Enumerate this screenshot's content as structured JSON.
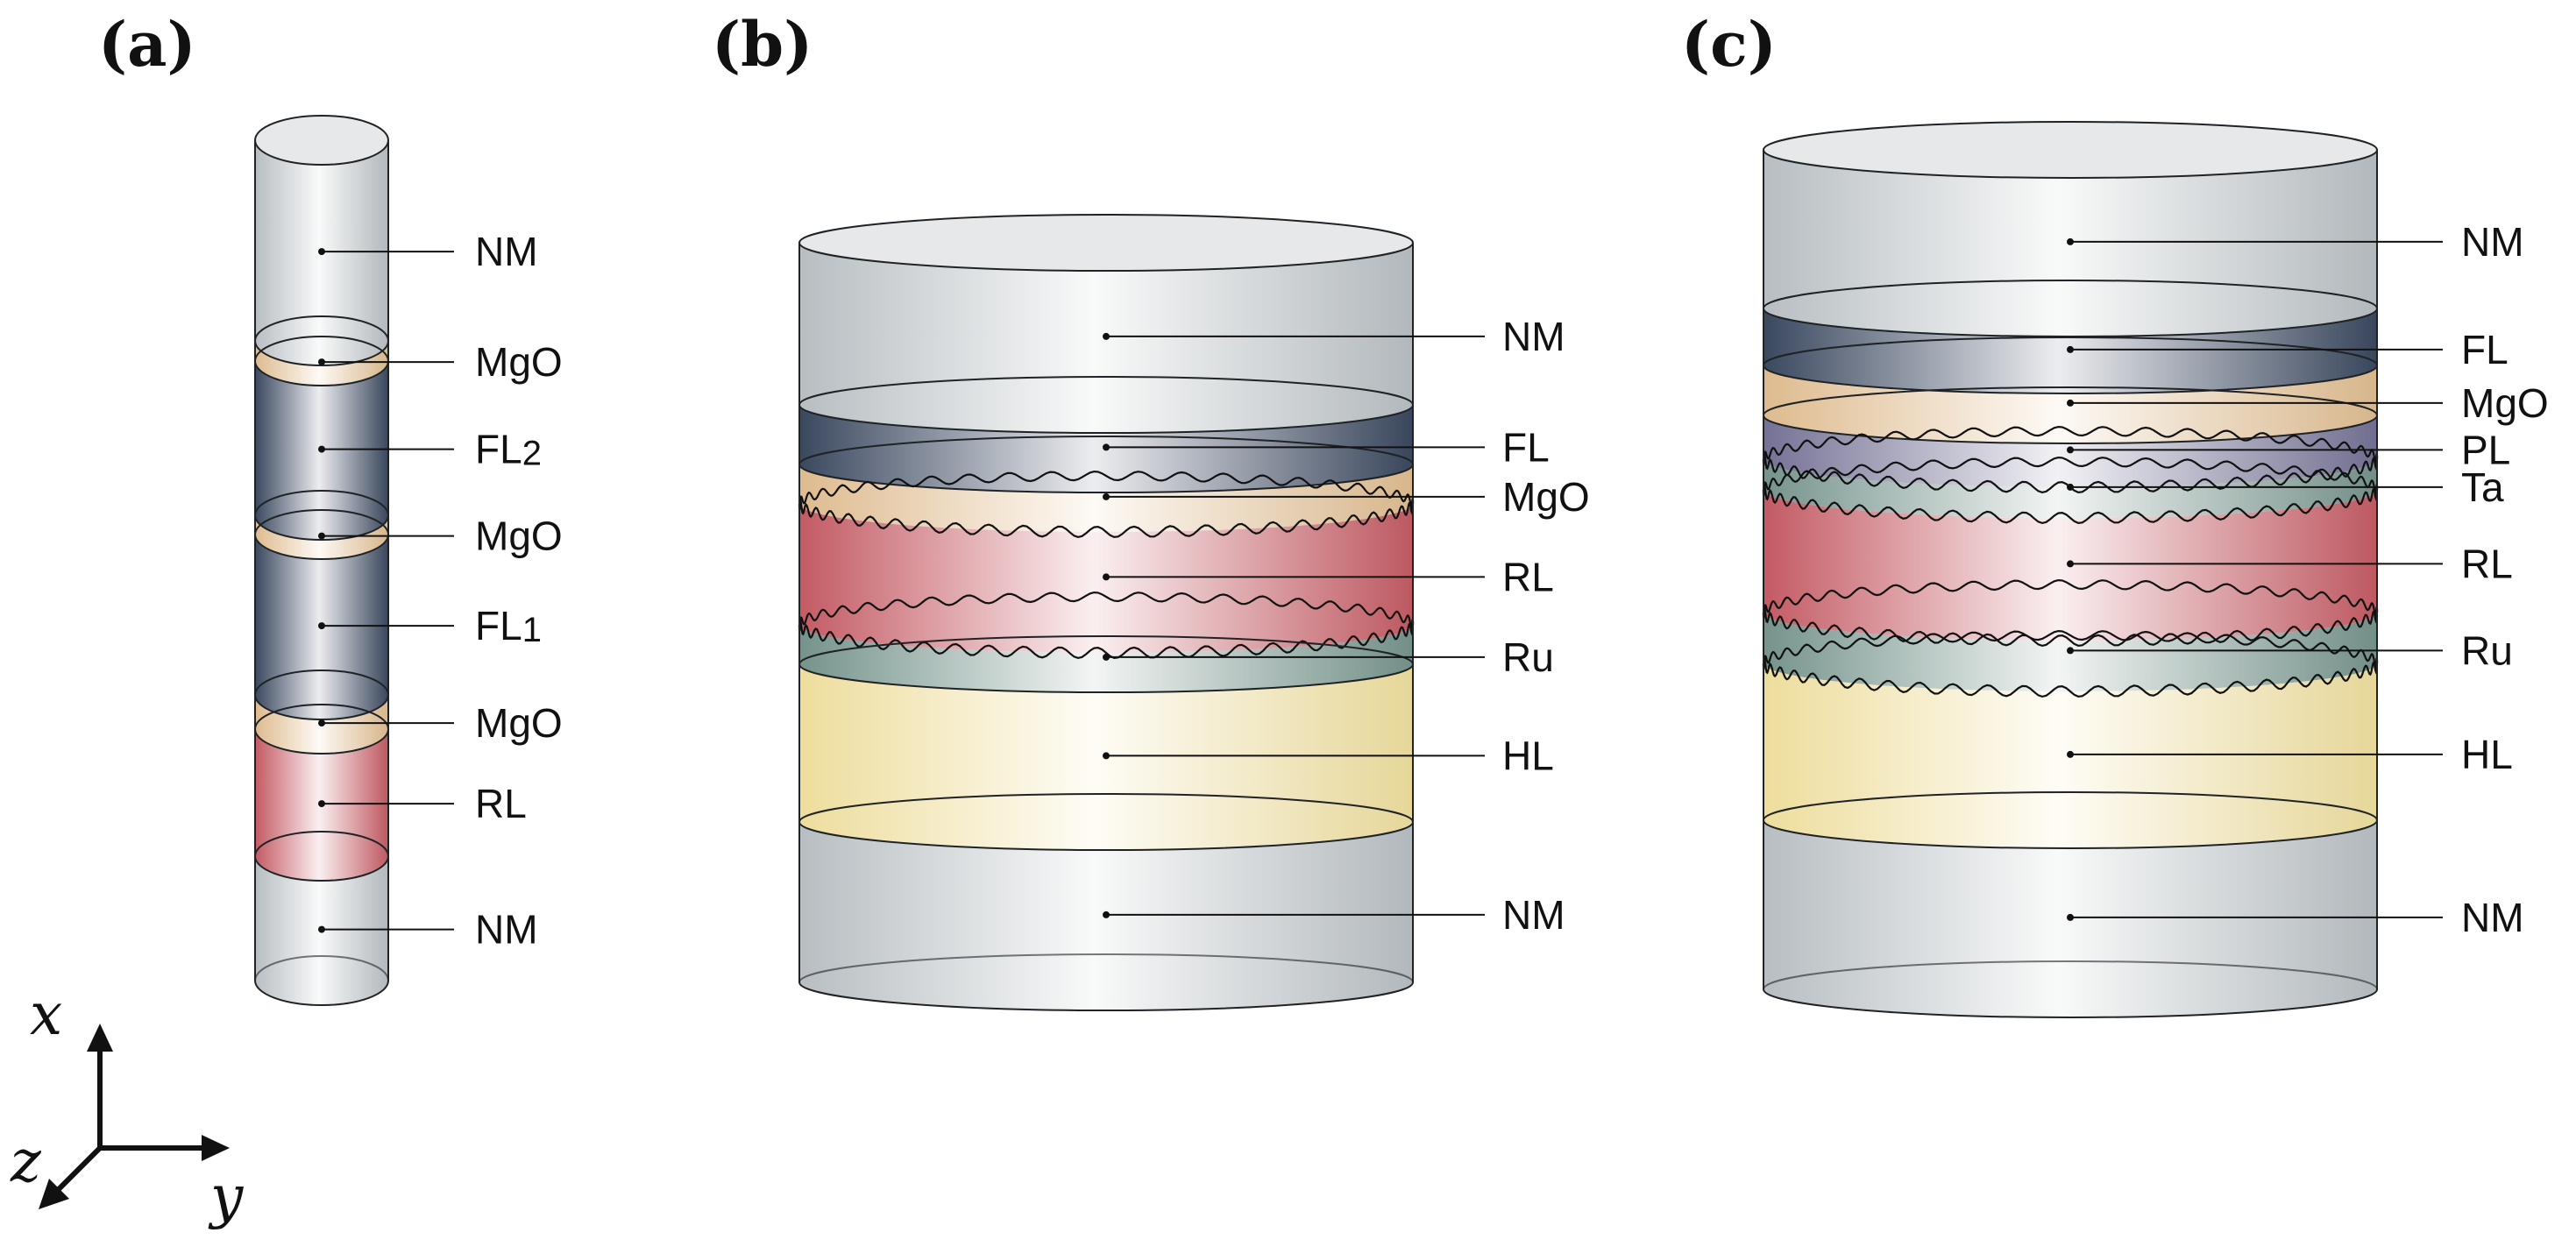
{
  "colors": {
    "NM": "#bac2c6",
    "MgO": "#e6bf8c",
    "FL": "#2b3b55",
    "RL": "#c8505a",
    "Ru": "#6f9188",
    "HL": "#f8e59c",
    "PL": "#6d6a92",
    "Ta": "#6f9188"
  },
  "panels": [
    {
      "id": "a",
      "label": "(a)",
      "layers": [
        {
          "name": "NM",
          "label": "NM",
          "color_key": "NM"
        },
        {
          "name": "MgO",
          "label": "MgO",
          "color_key": "MgO"
        },
        {
          "name": "FL2",
          "label": "FL",
          "sub": "2",
          "color_key": "FL"
        },
        {
          "name": "MgO",
          "label": "MgO",
          "color_key": "MgO"
        },
        {
          "name": "FL1",
          "label": "FL",
          "sub": "1",
          "color_key": "FL"
        },
        {
          "name": "MgO",
          "label": "MgO",
          "color_key": "MgO"
        },
        {
          "name": "RL",
          "label": "RL",
          "color_key": "RL"
        },
        {
          "name": "NM",
          "label": "NM",
          "color_key": "NM"
        }
      ]
    },
    {
      "id": "b",
      "label": "(b)",
      "layers": [
        {
          "name": "NM",
          "label": "NM",
          "color_key": "NM"
        },
        {
          "name": "FL",
          "label": "FL",
          "color_key": "FL"
        },
        {
          "name": "MgO",
          "label": "MgO",
          "color_key": "MgO"
        },
        {
          "name": "RL",
          "label": "RL",
          "color_key": "RL"
        },
        {
          "name": "Ru",
          "label": "Ru",
          "color_key": "Ru"
        },
        {
          "name": "HL",
          "label": "HL",
          "color_key": "HL"
        },
        {
          "name": "NM",
          "label": "NM",
          "color_key": "NM"
        }
      ]
    },
    {
      "id": "c",
      "label": "(c)",
      "layers": [
        {
          "name": "NM",
          "label": "NM",
          "color_key": "NM"
        },
        {
          "name": "FL",
          "label": "FL",
          "color_key": "FL"
        },
        {
          "name": "MgO",
          "label": "MgO",
          "color_key": "MgO"
        },
        {
          "name": "PL",
          "label": "PL",
          "color_key": "PL"
        },
        {
          "name": "Ta",
          "label": "Ta",
          "color_key": "Ta"
        },
        {
          "name": "RL",
          "label": "RL",
          "color_key": "RL"
        },
        {
          "name": "Ru",
          "label": "Ru",
          "color_key": "Ru"
        },
        {
          "name": "HL",
          "label": "HL",
          "color_key": "HL"
        },
        {
          "name": "NM",
          "label": "NM",
          "color_key": "NM"
        }
      ]
    }
  ],
  "axes": {
    "x": "x",
    "y": "y",
    "z": "z"
  }
}
